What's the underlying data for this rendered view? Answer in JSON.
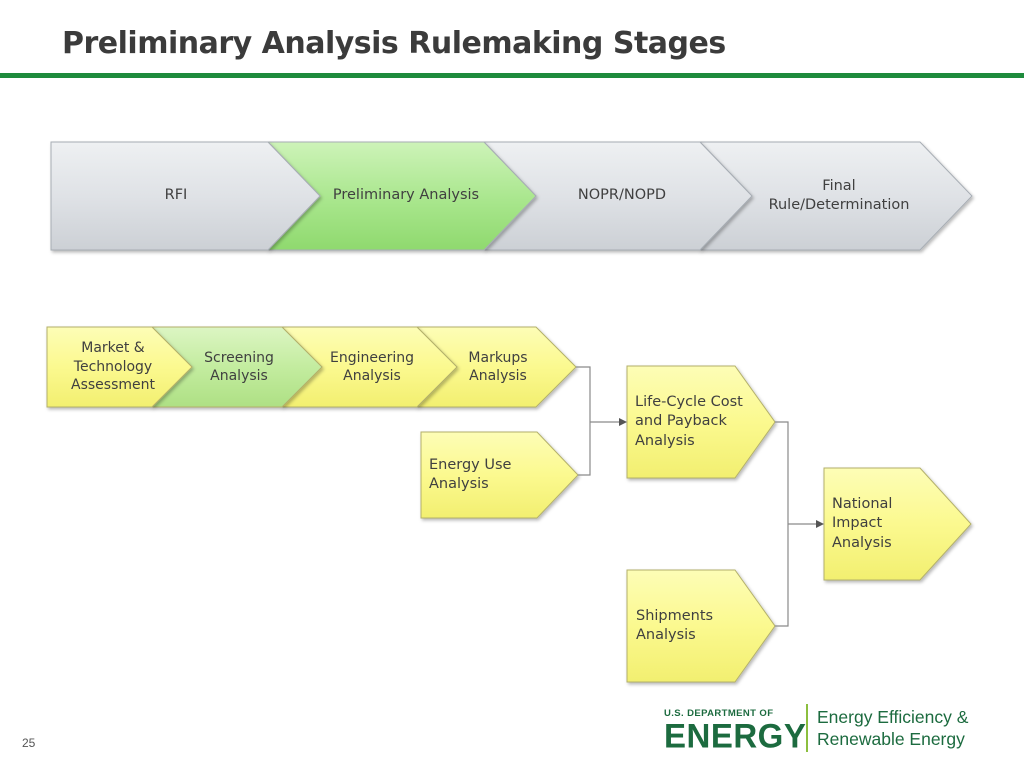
{
  "title": "Preliminary Analysis Rulemaking Stages",
  "page_number": "25",
  "colors": {
    "accent_green": "#1e8b3c",
    "stage_gray": "#dcdfe3",
    "stage_highlight": "#a6e58a",
    "analysis_yellow": "#fbfa8d",
    "analysis_highlight": "#c2ec9c"
  },
  "stages": [
    {
      "label": "RFI"
    },
    {
      "label": "Preliminary Analysis"
    },
    {
      "label": "NOPR/NOPD"
    },
    {
      "label": "Final\nRule/Determination"
    }
  ],
  "analysis_chain": [
    {
      "label": "Market &\nTechnology\nAssessment"
    },
    {
      "label": "Screening\nAnalysis"
    },
    {
      "label": "Engineering\nAnalysis"
    },
    {
      "label": "Markups\nAnalysis"
    }
  ],
  "energy_use": {
    "label": "Energy Use\nAnalysis"
  },
  "life_cycle": {
    "label": "Life-Cycle Cost\nand Payback\nAnalysis"
  },
  "shipments": {
    "label": "Shipments\nAnalysis"
  },
  "national_impact": {
    "label": "National\nImpact\nAnalysis"
  },
  "logo": {
    "doe_top": "U.S. DEPARTMENT OF",
    "doe_main": "ENERGY",
    "eere_line1": "Energy Efficiency &",
    "eere_line2": "Renewable Energy"
  }
}
